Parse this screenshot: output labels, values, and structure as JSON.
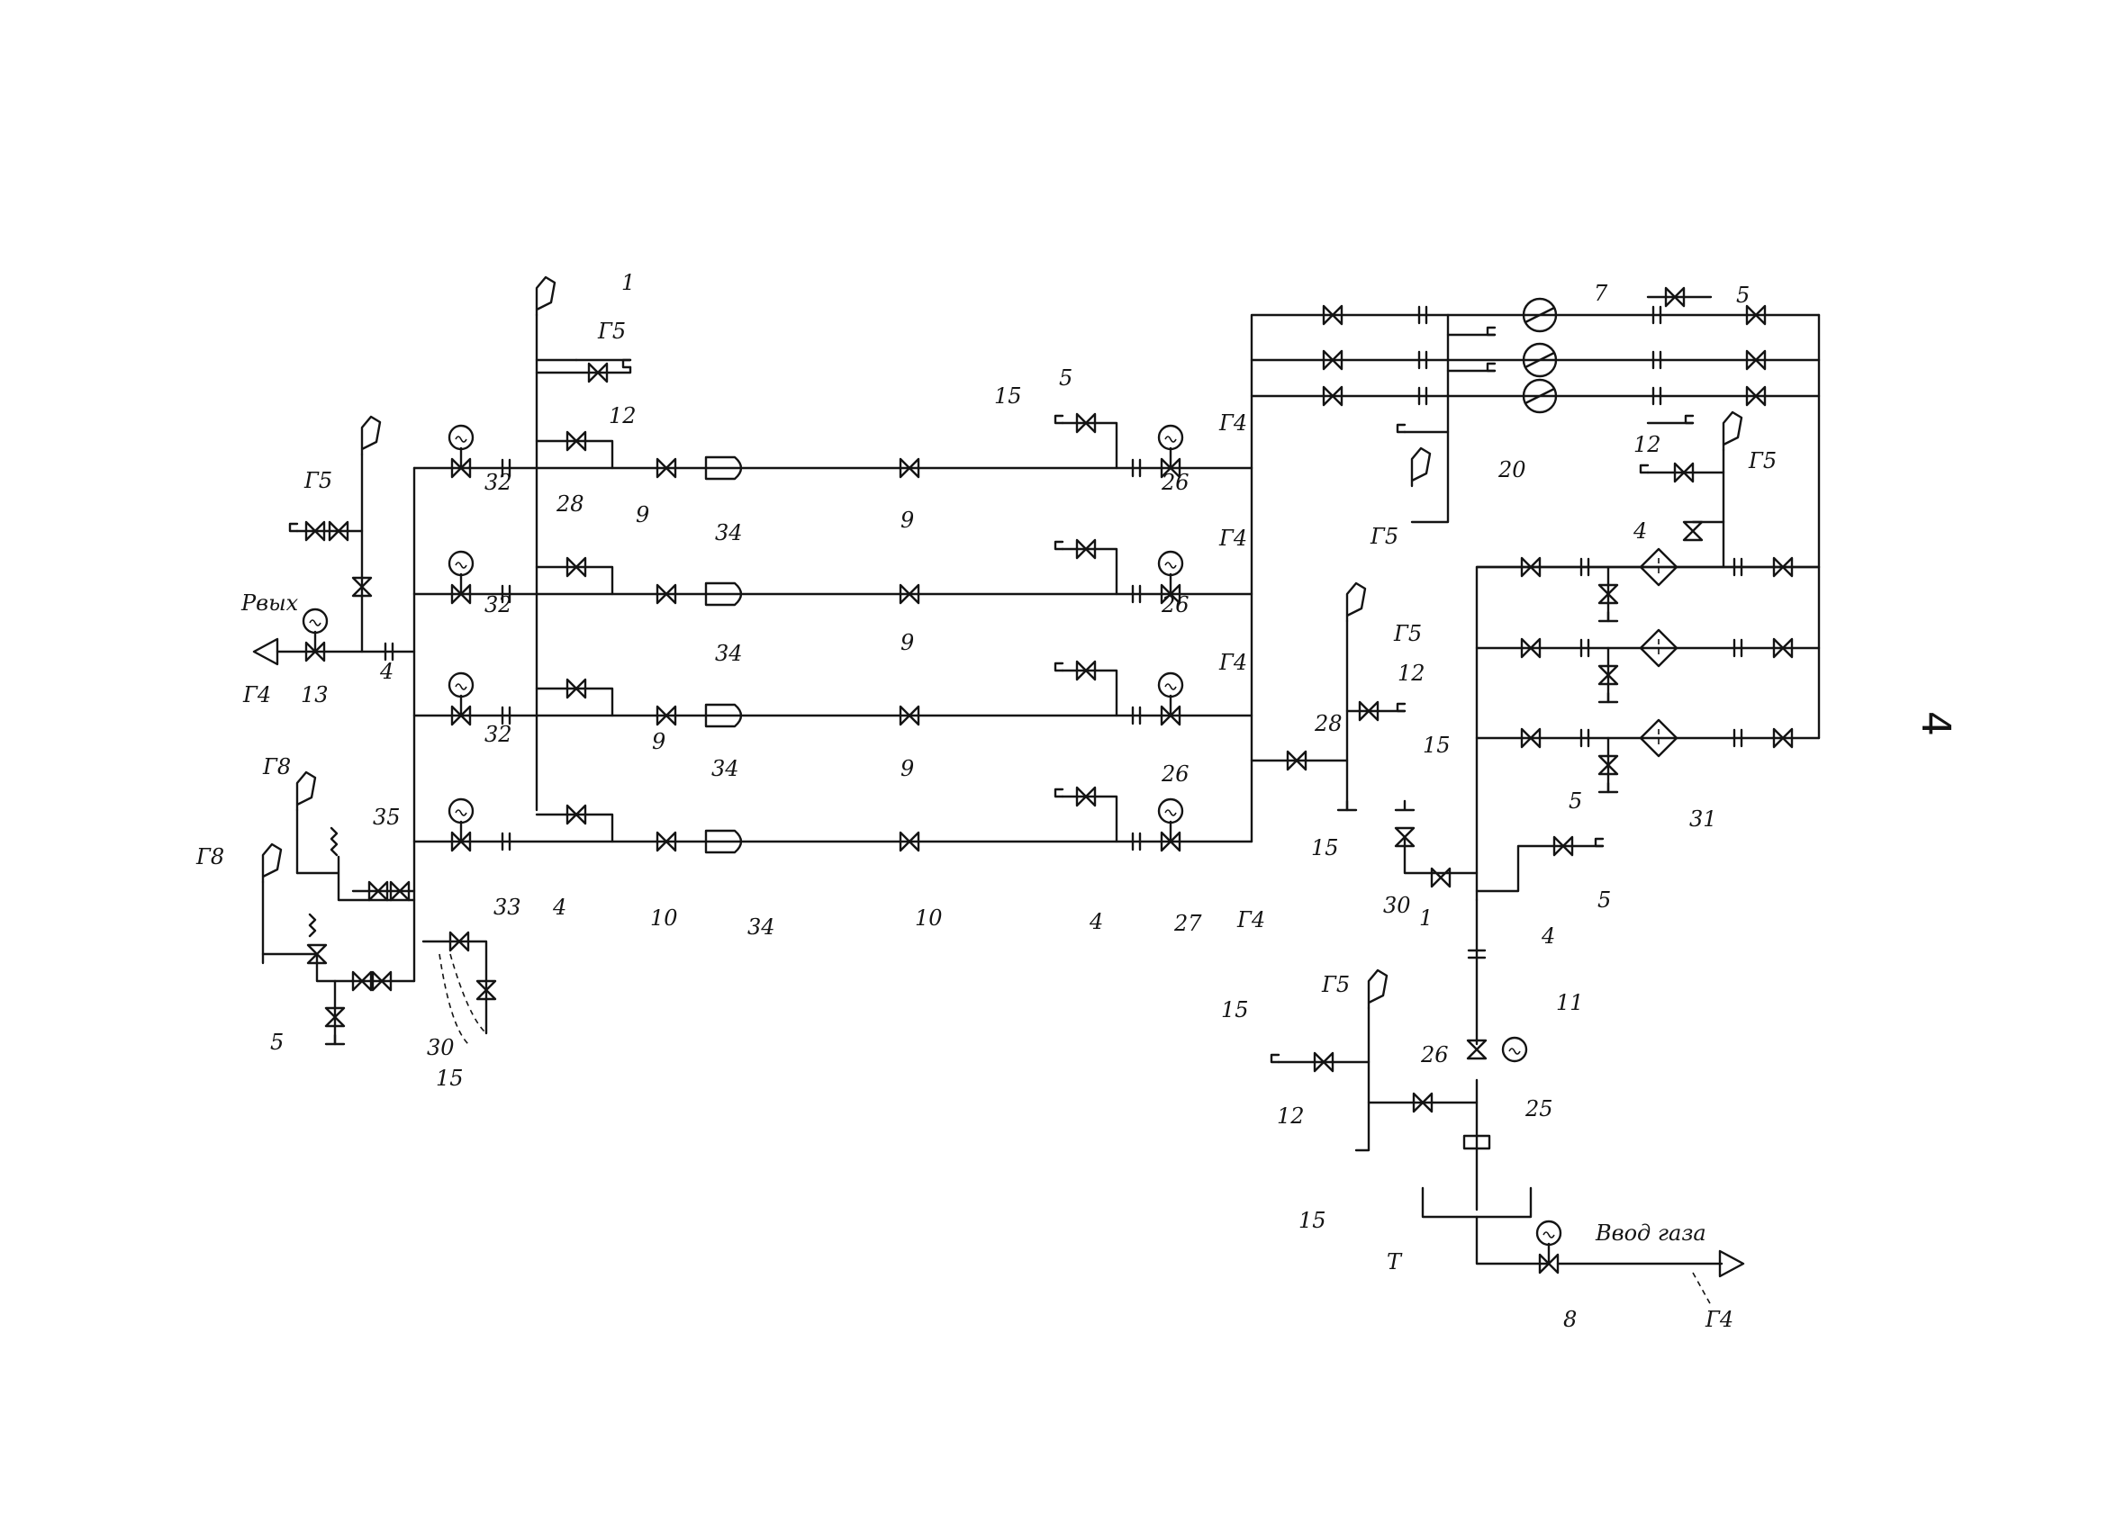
{
  "page_number": "4",
  "io": {
    "outlet": "Рвых",
    "inlet": "Ввод газа"
  },
  "labels": {
    "n1": "1",
    "n4": "4",
    "n5": "5",
    "n7": "7",
    "n8": "8",
    "n9": "9",
    "n10": "10",
    "n11": "11",
    "n12": "12",
    "n13": "13",
    "n15": "15",
    "n20": "20",
    "n25": "25",
    "n26": "26",
    "n27": "27",
    "n28": "28",
    "n30": "30",
    "n31": "31",
    "n32": "32",
    "n33": "33",
    "n34": "34",
    "n35": "35",
    "g4": "Г4",
    "g5": "Г5",
    "g8": "Г8",
    "T": "Т"
  }
}
